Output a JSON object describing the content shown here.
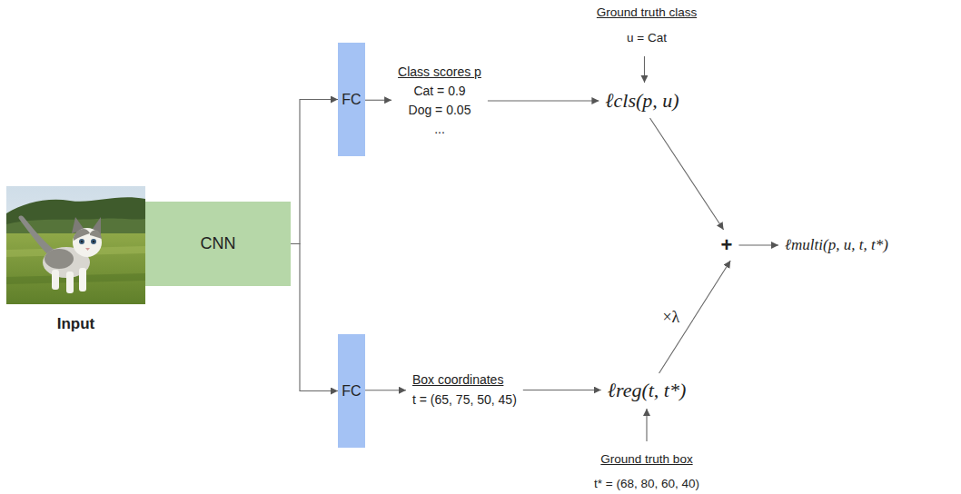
{
  "diagram": {
    "nodes": [
      {
        "text": [
          "Input"
        ]
      },
      {
        "text": [
          "CNN"
        ]
      },
      {
        "text": [
          "FC"
        ]
      },
      {
        "text": [
          "FC"
        ]
      },
      {
        "text": [
          "Class scores p",
          "Cat = 0.9",
          "Dog = 0.05",
          "..."
        ]
      },
      {
        "text": [
          "Box coordinates",
          "t = (65, 75, 50, 45)"
        ]
      },
      {
        "text": [
          "Ground truth class",
          "u = Cat"
        ]
      },
      {
        "text": [
          "ℓcls(p, u)"
        ]
      },
      {
        "text": [
          "ℓreg(t, t*)"
        ]
      },
      {
        "text": [
          "Ground truth box",
          "t* = (68, 80, 60, 40)"
        ]
      },
      {
        "text": [
          "+"
        ]
      },
      {
        "text": [
          "ℓmulti(p, u, t, t*)"
        ]
      }
    ],
    "edges": [
      {
        "from": 1,
        "to": 2,
        "arrow": "to"
      },
      {
        "from": 1,
        "to": 3,
        "arrow": "to"
      },
      {
        "from": 2,
        "to": 4,
        "arrow": "to"
      },
      {
        "from": 4,
        "to": 7,
        "arrow": "to"
      },
      {
        "from": 6,
        "to": 7,
        "arrow": "to"
      },
      {
        "from": 7,
        "to": 10,
        "arrow": "to"
      },
      {
        "from": 3,
        "to": 5,
        "arrow": "to"
      },
      {
        "from": 5,
        "to": 8,
        "arrow": "to"
      },
      {
        "from": 9,
        "to": 8,
        "arrow": "to"
      },
      {
        "from": 8,
        "to": 10,
        "label": "×λ",
        "arrow": "to"
      },
      {
        "from": 10,
        "to": 11,
        "arrow": "to"
      }
    ]
  }
}
